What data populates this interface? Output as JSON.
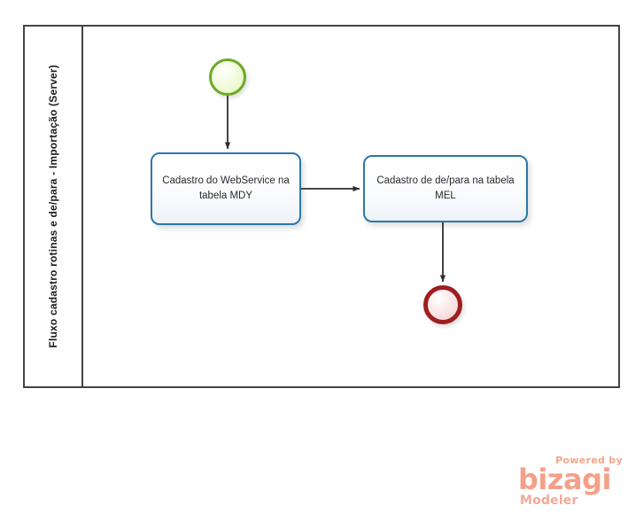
{
  "diagram": {
    "type": "bpmn-process",
    "pool": {
      "lane_label": "Fluxo cadastro rotinas e de/para  - Importação (Server)",
      "border_color": "#434343"
    },
    "elements": [
      {
        "id": "start-event",
        "kind": "start-event",
        "label": "",
        "border_color": "#6cab25",
        "fill_color": "#f3fbdf"
      },
      {
        "id": "task-1",
        "kind": "task",
        "label": "Cadastro do WebService na tabela MDY",
        "border_color": "#2a79a8",
        "fill_color": "#eef2f8"
      },
      {
        "id": "task-2",
        "kind": "task",
        "label": "Cadastro de de/para na tabela MEL",
        "border_color": "#2a79a8",
        "fill_color": "#eef2f8"
      },
      {
        "id": "end-event",
        "kind": "end-event",
        "label": "",
        "border_color": "#9d1f21",
        "fill_color": "#f2cfcf"
      }
    ],
    "connectors": [
      {
        "id": "flow-start-to-task1",
        "from": "start-event",
        "to": "task-1",
        "label": ""
      },
      {
        "id": "flow-task1-to-task2",
        "from": "task-1",
        "to": "task-2",
        "label": ""
      },
      {
        "id": "flow-task2-to-end",
        "from": "task-2",
        "to": "end-event",
        "label": ""
      }
    ]
  },
  "logo": {
    "powered_by": "Powered by",
    "brand": "bizagi",
    "product": "Modeler",
    "color": "#f4a089"
  }
}
